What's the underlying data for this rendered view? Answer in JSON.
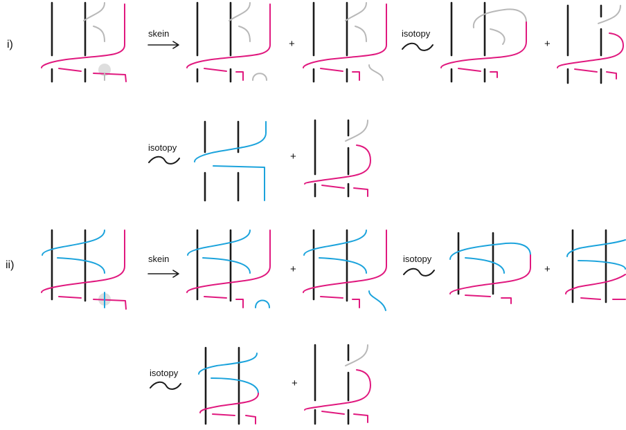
{
  "labels": [
    "i)",
    "ii)"
  ],
  "operators": {
    "skein": "skein",
    "isotopy": "isotopy",
    "plus": "+"
  },
  "colors": {
    "strand_black": "#1a1a1a",
    "strand_magenta": "#e0187e",
    "strand_cyan": "#1ba3dc",
    "strand_gray": "#b8b8b8",
    "crossing_marker": "#dedede"
  }
}
